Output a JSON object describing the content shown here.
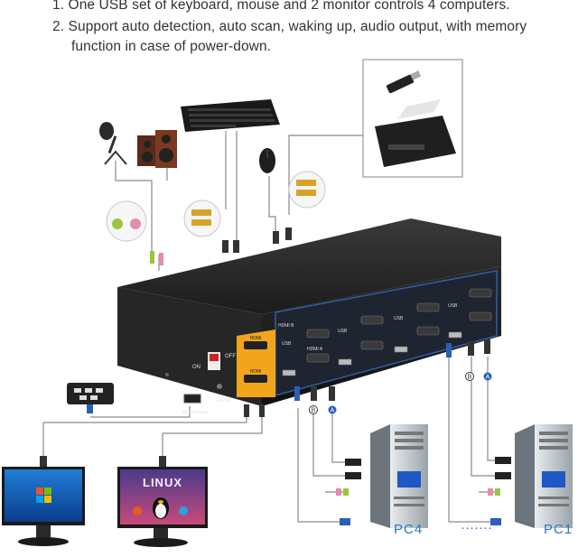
{
  "notes": {
    "line1": "1. One USB set of keyboard, mouse and 2 monitor controls 4 computers.",
    "line2": "2. Support auto detection, auto scan, waking up, audio output, with memory",
    "line2_cont": "function in case of power-down."
  },
  "switch_panel": {
    "on_label": "ON",
    "off_label": "OFF",
    "hdmi_label": "HDMI",
    "dc_label": "DC5V",
    "wired_remote_label": "Wired Remote",
    "usb_label": "USB",
    "hdmi_a_label": "HDMI A",
    "hdmi_b_label": "HDMI B"
  },
  "port_markers": {
    "a": "A",
    "b": "B"
  },
  "monitor_screen_text": "LINUX",
  "pcs": {
    "pc4": "PC4",
    "dots": "·······",
    "pc1": "PC1"
  },
  "colors": {
    "accent_blue": "#2a78c8",
    "panel_gold": "#f2a51a",
    "device_dark": "#1b1b1b"
  }
}
